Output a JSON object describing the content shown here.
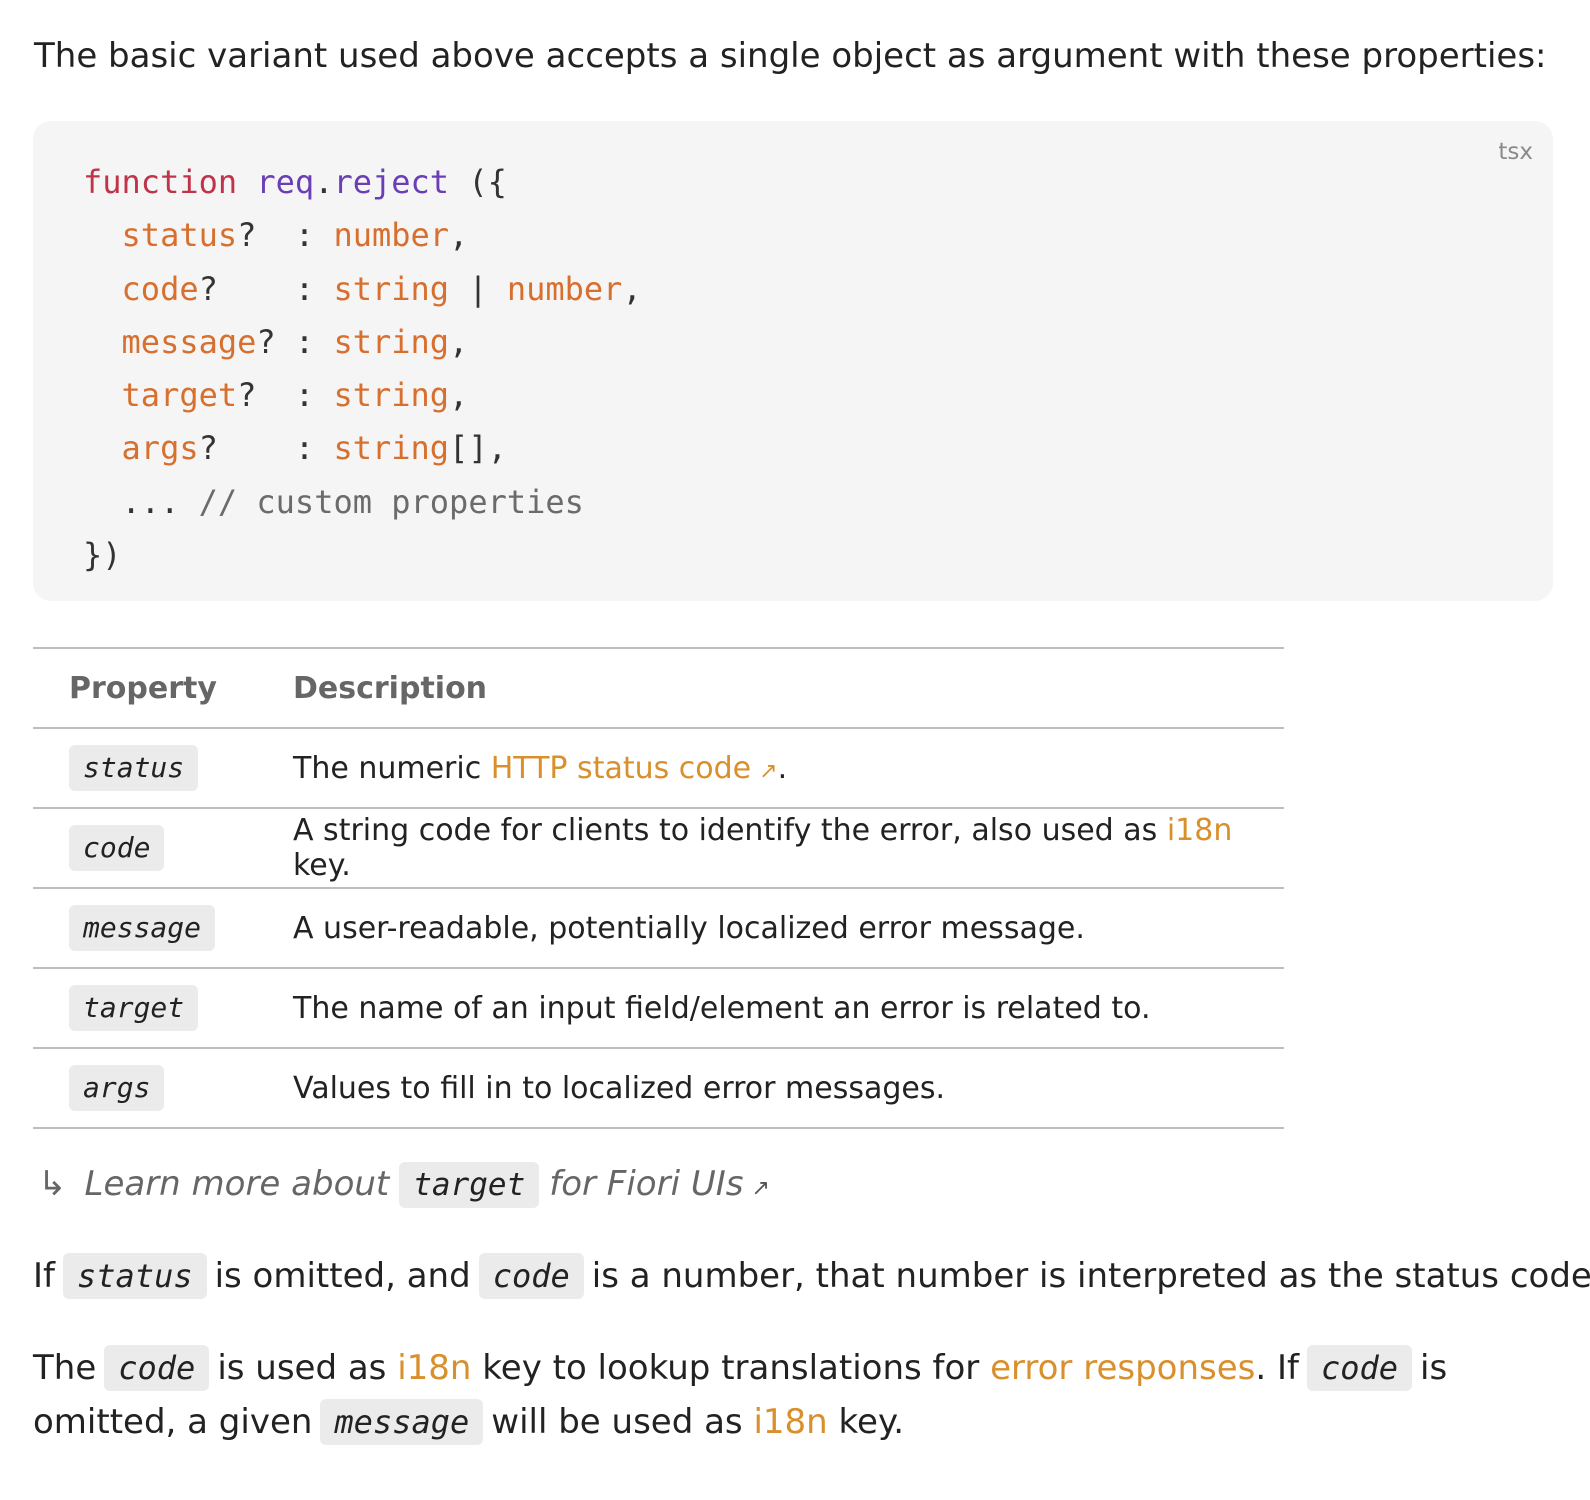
{
  "intro_text": "The basic variant used above accepts a single object as argument with these properties:",
  "code_block": {
    "language": "tsx",
    "keyword": "function",
    "object": "req",
    "dot": ".",
    "method": "reject",
    "open": " ({",
    "fields": [
      {
        "name": "status",
        "suffix": "?  : ",
        "type1": "number",
        "sep": "",
        "type2": "",
        "end": ","
      },
      {
        "name": "code",
        "suffix": "?    : ",
        "type1": "string",
        "sep": " | ",
        "type2": "number",
        "end": ","
      },
      {
        "name": "message",
        "suffix": "? : ",
        "type1": "string",
        "sep": "",
        "type2": "",
        "end": ","
      },
      {
        "name": "target",
        "suffix": "?  : ",
        "type1": "string",
        "sep": "",
        "type2": "",
        "end": ","
      },
      {
        "name": "args",
        "suffix": "?    : ",
        "type1": "string",
        "sep": "",
        "type2": "",
        "end": "[],"
      }
    ],
    "ellipsis": "... ",
    "comment": "// custom properties",
    "close": "})"
  },
  "table": {
    "headers": [
      "Property",
      "Description"
    ],
    "rows": [
      {
        "property": "status",
        "pre": "The numeric ",
        "link": "HTTP status code",
        "ext": "↗",
        "post": "."
      },
      {
        "property": "code",
        "pre": "A string code for clients to identify the error, also used as ",
        "link": "i18n",
        "ext": "",
        "post": " key."
      },
      {
        "property": "message",
        "pre": "A user-readable, potentially localized error message.",
        "link": "",
        "ext": "",
        "post": ""
      },
      {
        "property": "target",
        "pre": "The name of an input field/element an error is related to.",
        "link": "",
        "ext": "",
        "post": ""
      },
      {
        "property": "args",
        "pre": "Values to fill in to localized error messages.",
        "link": "",
        "ext": "",
        "post": ""
      }
    ]
  },
  "learn_more": {
    "arrow": "↳",
    "pre": "Learn more about",
    "code": "target",
    "post": "for Fiori UIs",
    "ext": "↗"
  },
  "para1": {
    "t1": "If",
    "c1": "status",
    "t2": "is omitted, and",
    "c2": "code",
    "t3": "is a number, that number is interpreted as the status code."
  },
  "para2": {
    "t1": "The",
    "c1": "code",
    "t2": "is used as ",
    "l1": "i18n",
    "t3": " key to lookup translations for ",
    "l2": "error responses",
    "t4": ". If",
    "c2": "code",
    "t5": "is",
    "t6": "omitted, a given",
    "c3": "message",
    "t7": "will be used as ",
    "l3": "i18n",
    "t8": " key."
  }
}
